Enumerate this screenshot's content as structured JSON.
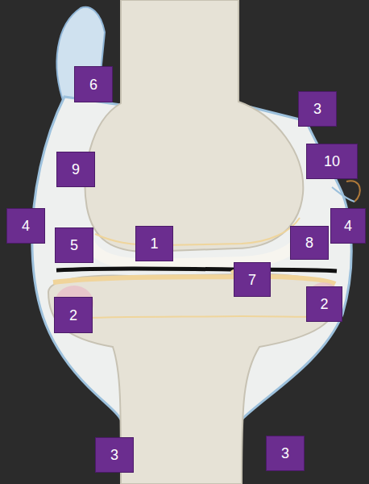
{
  "diagram": {
    "labels": [
      "6",
      "3",
      "10",
      "9",
      "4",
      "5",
      "1",
      "8",
      "4",
      "7",
      "2",
      "2",
      "3",
      "3"
    ]
  }
}
